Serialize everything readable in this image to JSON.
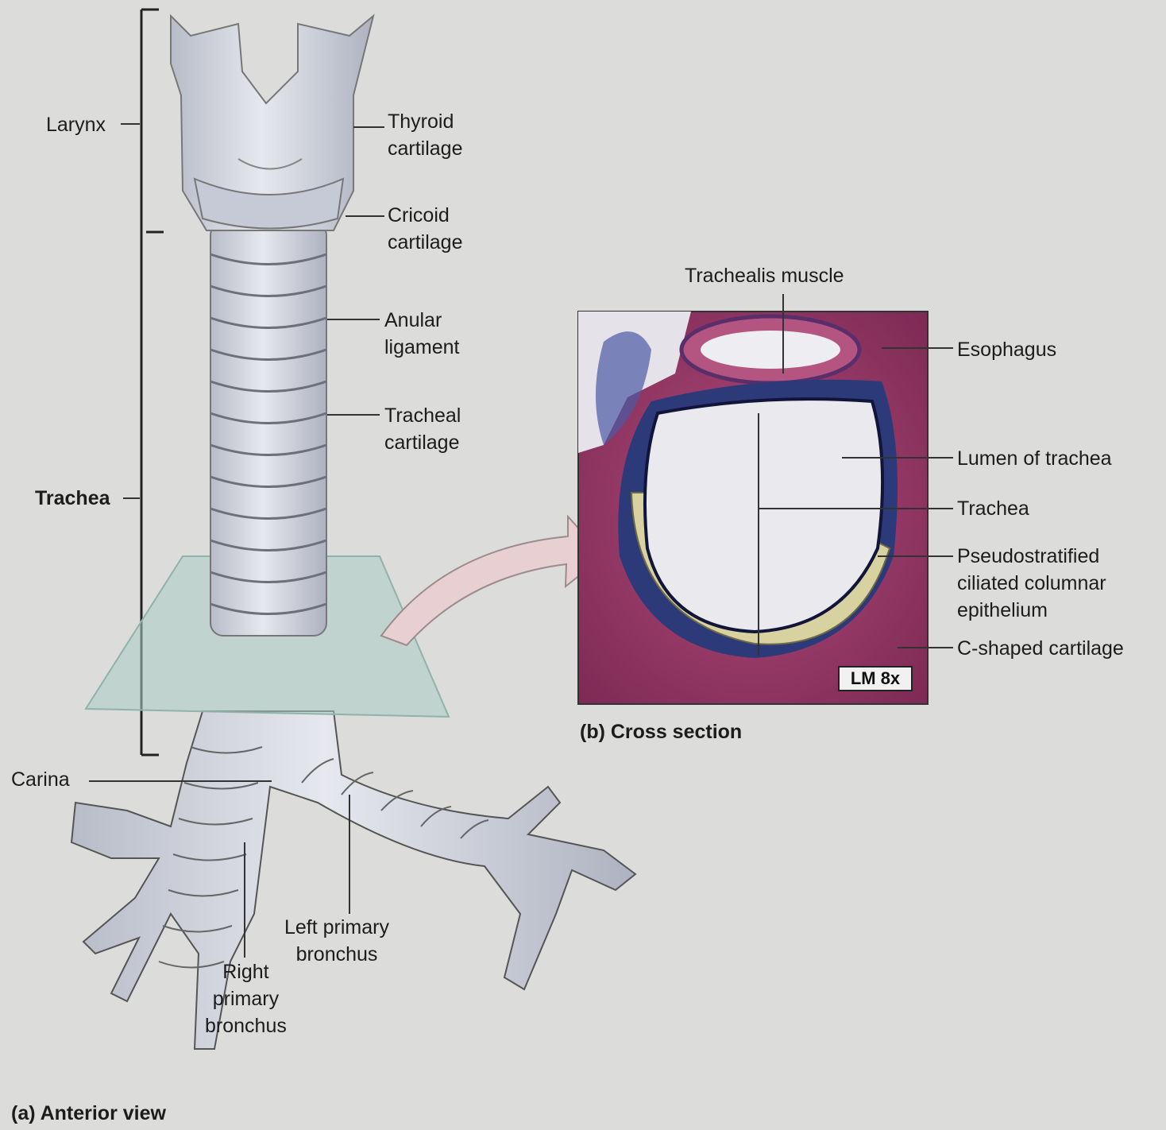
{
  "labels": {
    "larynx": "Larynx",
    "trachea_bracket": "Trachea",
    "thyroid": "Thyroid\ncartilage",
    "cricoid": "Cricoid\ncartilage",
    "anular": "Anular\nligament",
    "tracheal_cartilage": "Tracheal\ncartilage",
    "carina": "Carina",
    "left_bronchus": "Left primary\nbronchus",
    "right_bronchus": "Right\nprimary\nbronchus",
    "trachealis": "Trachealis muscle",
    "esophagus": "Esophagus",
    "lumen": "Lumen of trachea",
    "trachea_b": "Trachea",
    "pseudostratified": "Pseudostratified\nciliated columnar\nepithelium",
    "c_cartilage": "C-shaped cartilage",
    "magnification": "LM 8x"
  },
  "captions": {
    "a": "(a) Anterior view",
    "b": "(b) Cross section"
  },
  "colors": {
    "background": "#dcdcda",
    "cartilage": "#d6dae4",
    "plane": "#a9ccc4",
    "tissue": "#9a3a68",
    "stain_blue": "#3d4e95",
    "c_cartilage_fill": "#d8d2a0"
  }
}
